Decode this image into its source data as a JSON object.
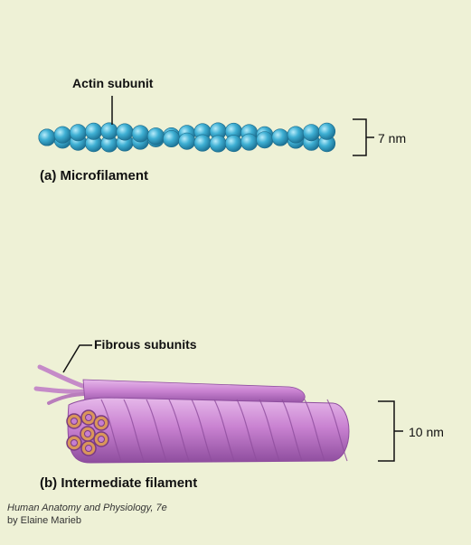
{
  "panel_a": {
    "title": "(a) Microfilament",
    "callout": "Actin subunit",
    "dimension": "7 nm"
  },
  "panel_b": {
    "title": "(b) Intermediate filament",
    "callout": "Fibrous subunits",
    "dimension": "10 nm"
  },
  "credit": {
    "book": "Human Anatomy and Physiology, 7e",
    "author": "by Elaine Marieb"
  },
  "colors": {
    "background": "#eef1d6",
    "actin_bead": "#3aa6c9",
    "filament": "#c77fd0",
    "filament_dark": "#9a55a9",
    "subunit_ring": "#d9965b"
  }
}
